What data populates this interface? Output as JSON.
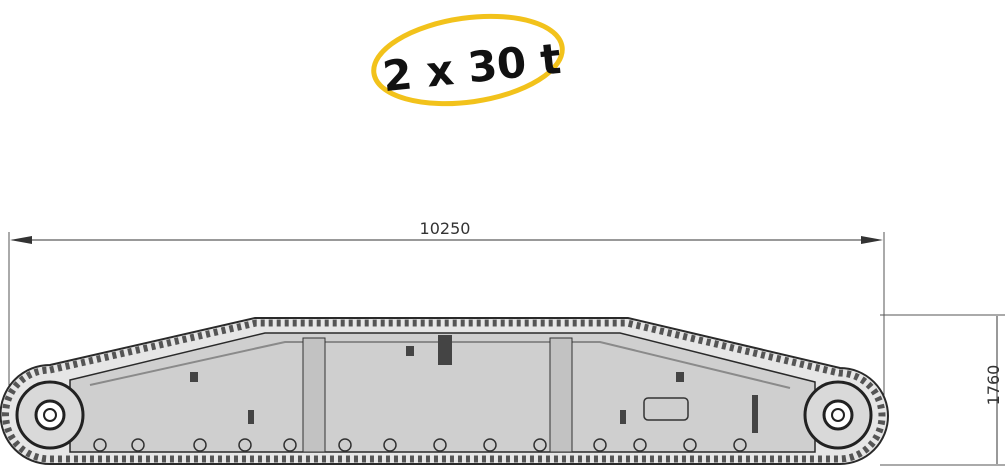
{
  "badge": {
    "text": "2 x 30 t"
  },
  "dimensions": {
    "length_label": "10250",
    "height_label": "1760"
  },
  "colors": {
    "badge_ring": "#f2c21b",
    "track_fill": "#cfcfcf",
    "track_stroke": "#2a2a2a",
    "links": "#555555",
    "frame": "#bdbdbd"
  }
}
